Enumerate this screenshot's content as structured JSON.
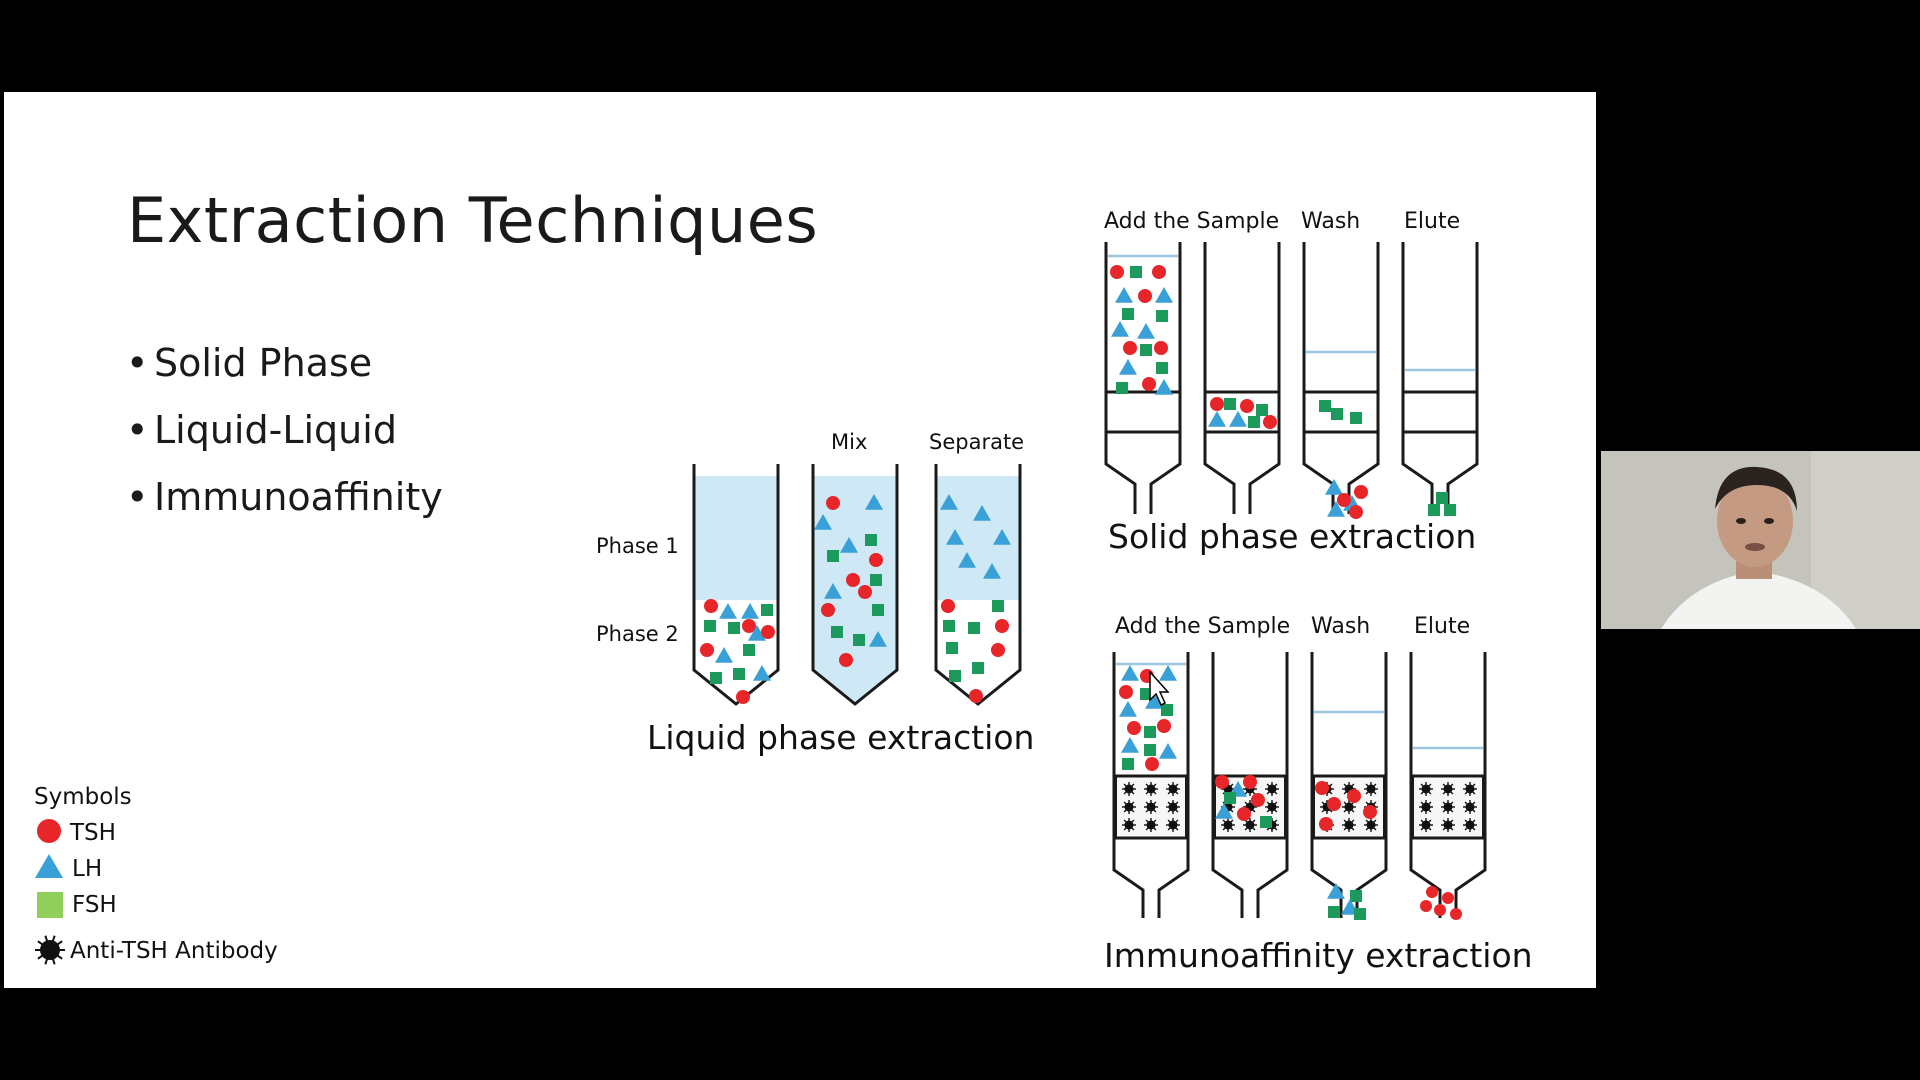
{
  "slide": {
    "title": "Extraction Techniques",
    "bullets": [
      "Solid Phase",
      "Liquid-Liquid",
      "Immunoaffinity"
    ],
    "bullet_glyph": "•"
  },
  "liquid_phase": {
    "phase1_label": "Phase 1",
    "phase2_label": "Phase 2",
    "mix_label": "Mix",
    "separate_label": "Separate",
    "caption": "Liquid phase extraction"
  },
  "solid_phase": {
    "step_labels": [
      "Add the Sample",
      "Wash",
      "Elute"
    ],
    "caption": "Solid phase extraction"
  },
  "immunoaffinity": {
    "step_labels": [
      "Add the Sample",
      "Wash",
      "Elute"
    ],
    "caption": "Immunoaffinity extraction"
  },
  "legend": {
    "title": "Symbols",
    "items": [
      {
        "label": "TSH",
        "icon": "red-circle-icon"
      },
      {
        "label": "LH",
        "icon": "blue-triangle-icon"
      },
      {
        "label": "FSH",
        "icon": "green-square-icon"
      },
      {
        "label": "Anti-TSH Antibody",
        "icon": "antibody-icon"
      }
    ]
  },
  "colors": {
    "tsh": "#e8262a",
    "lh": "#3aa0d8",
    "fsh": "#1c9a5c",
    "fsh_legend": "#8fcf5a",
    "liquid": "#cfe8f5",
    "antibody": "#111111",
    "outline": "#1a1a1a"
  }
}
